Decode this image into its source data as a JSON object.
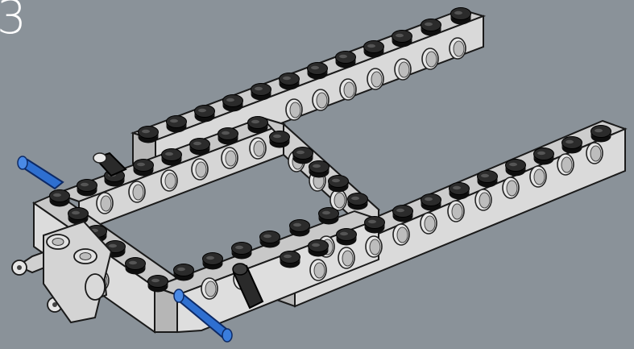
{
  "step": {
    "number": "3"
  },
  "colors": {
    "background": "#8a9299",
    "beam_top": "#c9c9c9",
    "beam_front": "#d8d8d8",
    "beam_side": "#b4b4b4",
    "stud": "#1c1c1c",
    "pin_blue": "#2e6fd0",
    "pin_black": "#2a2a2a",
    "axle_pin_grey": "#cfcfcf"
  },
  "parts": {
    "beams": [
      "back-long-beam",
      "right-long-beam",
      "frame-back-beam",
      "frame-front-beam",
      "frame-left-beam",
      "frame-right-beam"
    ],
    "pins": [
      "blue-pin-left",
      "blue-pin-bottom",
      "black-pin-front",
      "grey-axle-pin-upper",
      "grey-axle-pin-lower"
    ],
    "icons": [
      "lego-stud-icon",
      "technic-hole-icon",
      "technic-pin-icon"
    ]
  }
}
